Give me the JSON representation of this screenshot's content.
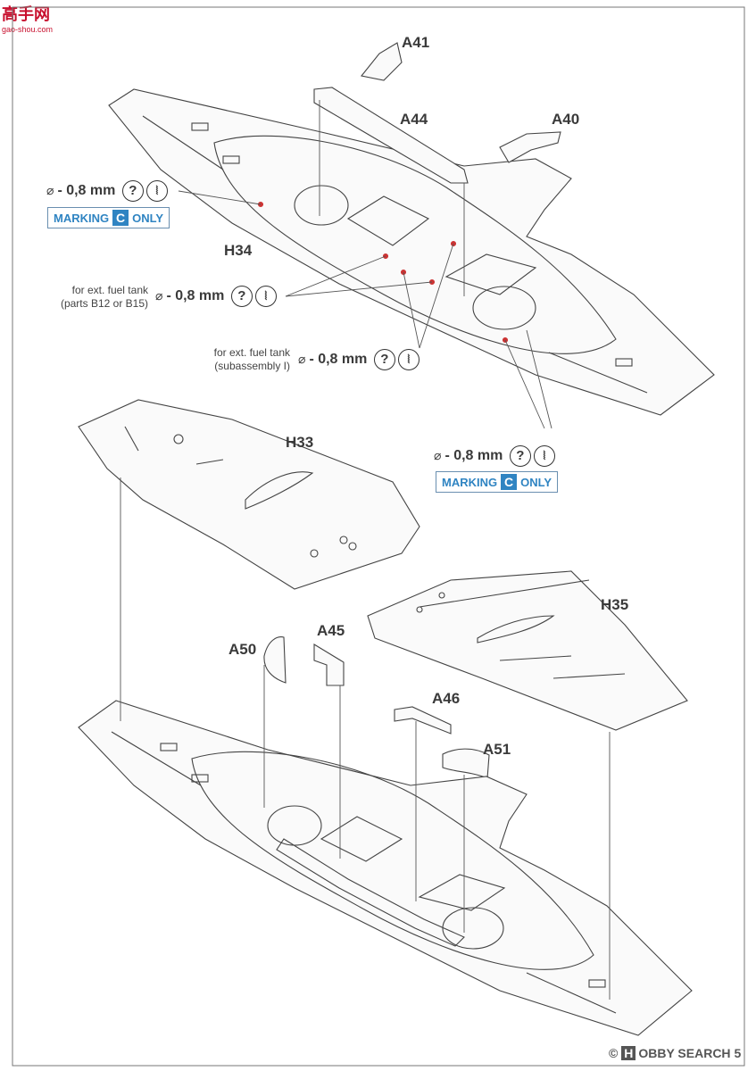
{
  "watermark": {
    "site_name": "高手网",
    "site_url": "gao-shou.com"
  },
  "parts": {
    "a41": "A41",
    "a44": "A44",
    "a40": "A40",
    "h34": "H34",
    "h33": "H33",
    "h35": "H35",
    "a50": "A50",
    "a45": "A45",
    "a46": "A46",
    "a51": "A51"
  },
  "drill": {
    "symbol": "⌀",
    "size": "- 0,8 mm",
    "question_icon": "?",
    "drill_icon": "⦚"
  },
  "notes": {
    "fuel_tank_b": [
      "for ext. fuel tank",
      "(parts B12 or B15)"
    ],
    "fuel_tank_sub": [
      "for ext. fuel tank",
      "(subassembly I)"
    ]
  },
  "marking": {
    "prefix": "MARKING",
    "letter": "C",
    "suffix": "ONLY",
    "accent": "#2f84c2"
  },
  "footer": {
    "prefix": "©",
    "brand_box": "H",
    "brand": "OBBY SEARCH",
    "page_mark": "5"
  }
}
